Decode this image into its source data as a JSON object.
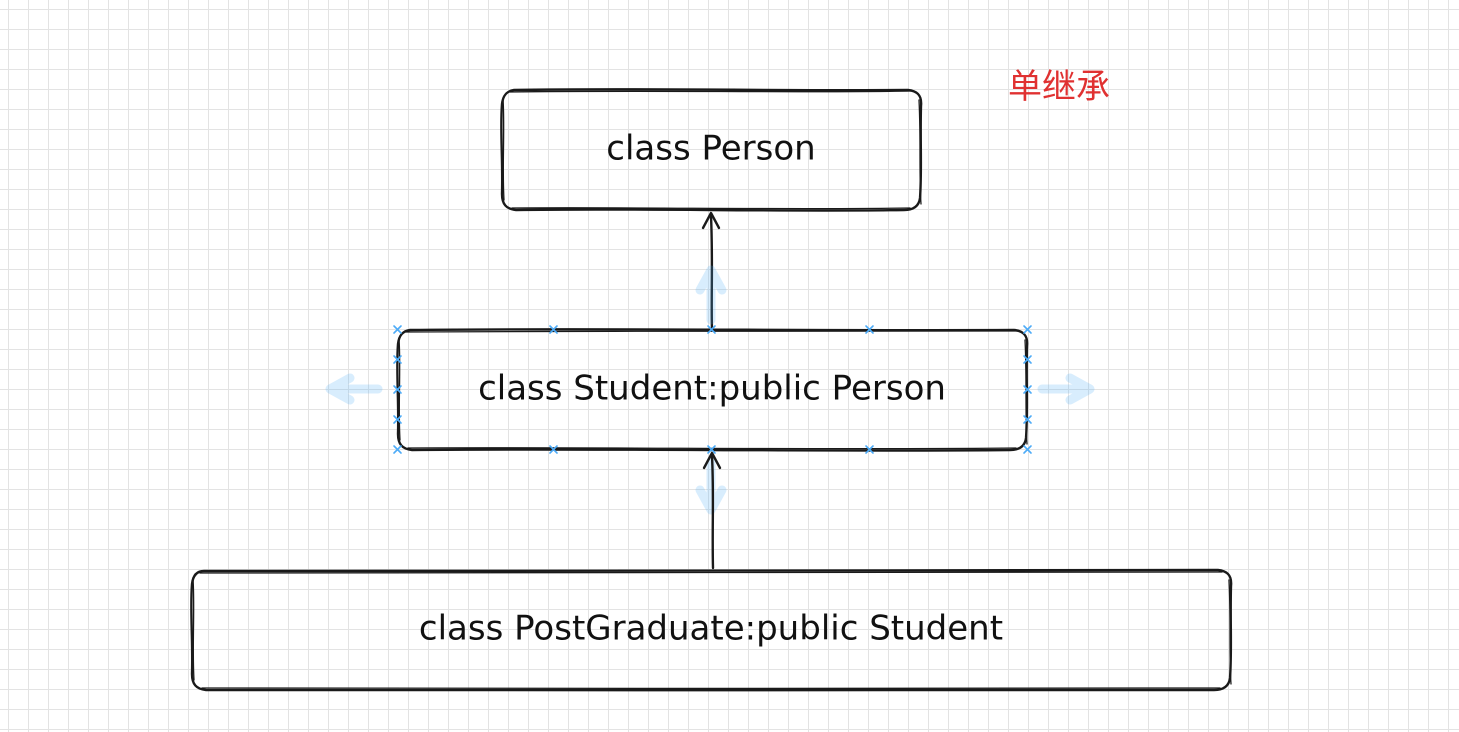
{
  "diagram": {
    "title": "单继承",
    "title_color": "#e03131",
    "selection_color": "#4dabf7",
    "nodes": {
      "person": {
        "label": "class Person"
      },
      "student": {
        "label": "class Student:public Person"
      },
      "postgraduate": {
        "label": "class PostGraduate:public Student"
      }
    },
    "edges": [
      {
        "from": "student",
        "to": "person",
        "type": "inheritance-arrow"
      },
      {
        "from": "postgraduate",
        "to": "student",
        "type": "inheritance-arrow"
      }
    ],
    "selected_node": "student"
  }
}
